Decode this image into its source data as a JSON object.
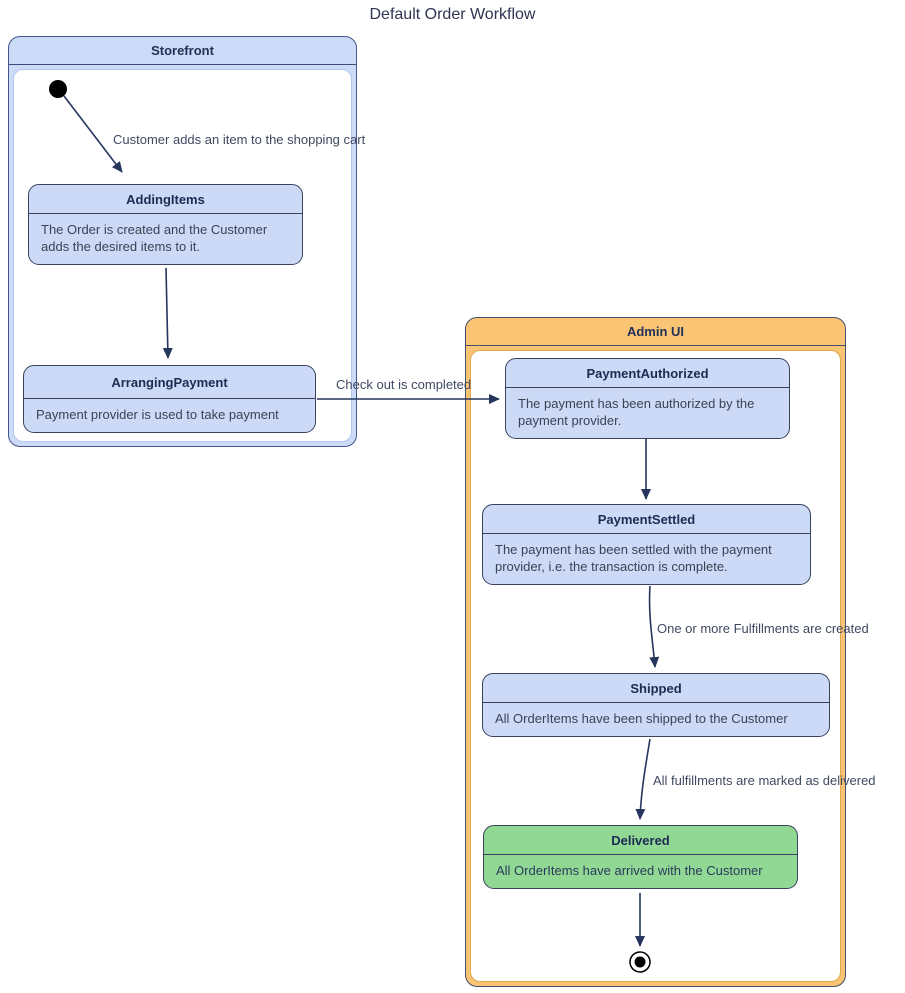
{
  "title": "Default Order Workflow",
  "containers": {
    "storefront": {
      "label": "Storefront"
    },
    "admin_ui": {
      "label": "Admin UI"
    }
  },
  "states": {
    "adding_items": {
      "title": "AddingItems",
      "description": "The Order is created and the Customer adds the desired items to it."
    },
    "arranging_payment": {
      "title": "ArrangingPayment",
      "description": "Payment provider is used to take payment"
    },
    "payment_authorized": {
      "title": "PaymentAuthorized",
      "description": "The payment has been authorized by the payment provider."
    },
    "payment_settled": {
      "title": "PaymentSettled",
      "description": "The payment has been settled with the payment provider, i.e. the transaction is complete."
    },
    "shipped": {
      "title": "Shipped",
      "description": "All OrderItems have been shipped to the Customer"
    },
    "delivered": {
      "title": "Delivered",
      "description": "All OrderItems have arrived with the Customer"
    }
  },
  "transitions": {
    "start_to_adding": {
      "label": "Customer adds an item to the shopping cart"
    },
    "arranging_to_authorized": {
      "label": "Check out is completed"
    },
    "settled_to_shipped": {
      "label": "One or more Fulfillments are created"
    },
    "shipped_to_delivered": {
      "label": "All fulfillments are marked as delivered"
    }
  },
  "markers": {
    "initial_state": "initial-state",
    "final_state": "final-state"
  },
  "colors": {
    "state_fill": "#ccdaf7",
    "state_border": "#39435f",
    "state_title": "#1d2b52",
    "state_body": "#3b4254",
    "delivered_fill": "#90d893",
    "storefront_header_fill": "#cbdbf8",
    "storefront_inner_border": "#b3c6ee",
    "admin_header_fill": "#f9c474",
    "admin_inner_border": "#e2a84f",
    "cluster_outer_border": "#454f6e",
    "arrow": "#26355e",
    "edge_label": "#3f4961",
    "title": "#2f3553"
  }
}
